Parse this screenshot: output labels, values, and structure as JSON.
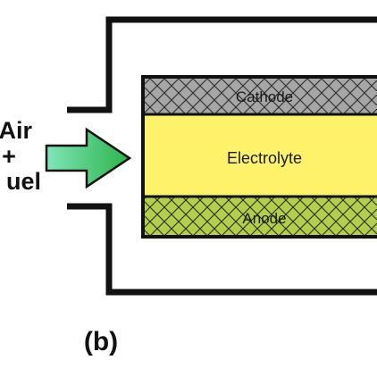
{
  "diagram": {
    "layers": {
      "cathode": {
        "label": "Cathode",
        "color": "#a6a6a6",
        "pattern": "crosshatch"
      },
      "electrolyte": {
        "label": "Electrolyte",
        "color": "#fdf26a"
      },
      "anode": {
        "label": "Anode",
        "color": "#b3cf48",
        "pattern": "crosshatch"
      }
    },
    "inlet": {
      "line_1": "Air",
      "line_2": "+",
      "line_3": "uel",
      "arrow_icon": "right-arrow-icon",
      "arrow_colors": [
        "#7fe5b8",
        "#2db34a"
      ]
    },
    "panel_label": "(b)"
  }
}
